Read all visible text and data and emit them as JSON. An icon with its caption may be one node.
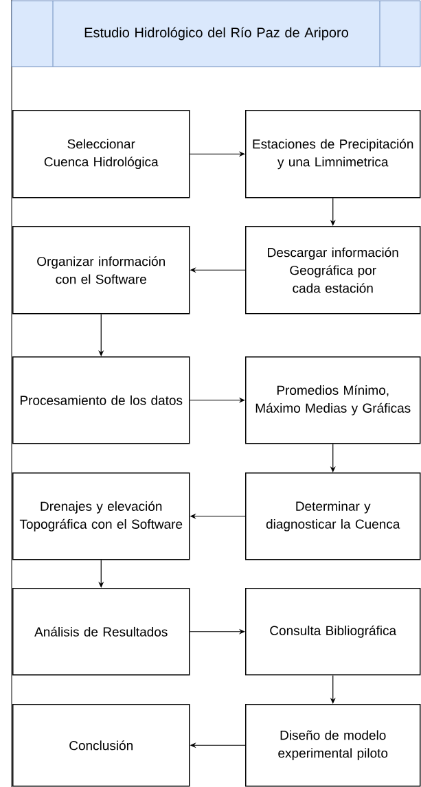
{
  "diagram": {
    "title": "Estudio Hidrológico del Río Paz de Ariporo",
    "nodes": [
      {
        "text": [
          "Seleccionar Cuenca Hidrológica"
        ]
      },
      {
        "text": [
          "Estaciones de Precipitación y una Limnimetrica"
        ]
      },
      {
        "text": [
          "Organizar información con el Software"
        ]
      },
      {
        "text": [
          "Descargar información Geográfica por cada estación"
        ]
      },
      {
        "text": [
          "Procesamiento de los datos"
        ]
      },
      {
        "text": [
          "Promedios Mínimo, Máximo Medias y Gráficas"
        ]
      },
      {
        "text": [
          "Drenajes y elevación Topográfica con el Software"
        ]
      },
      {
        "text": [
          "Determinar y diagnosticar la Cuenca"
        ]
      },
      {
        "text": [
          "Análisis de Resultados"
        ]
      },
      {
        "text": [
          "Consulta Bibliográfica"
        ]
      },
      {
        "text": [
          "Conclusión"
        ]
      },
      {
        "text": [
          "Diseño de modelo experimental piloto"
        ]
      }
    ],
    "edges": [
      {
        "from": 0,
        "to": 1,
        "arrow": "to"
      },
      {
        "from": 1,
        "to": 3,
        "arrow": "to"
      },
      {
        "from": 3,
        "to": 2,
        "arrow": "to"
      },
      {
        "from": 2,
        "to": 4,
        "arrow": "to"
      },
      {
        "from": 4,
        "to": 5,
        "arrow": "to"
      },
      {
        "from": 5,
        "to": 7,
        "arrow": "to"
      },
      {
        "from": 7,
        "to": 6,
        "arrow": "to"
      },
      {
        "from": 6,
        "to": 8,
        "arrow": "to"
      },
      {
        "from": 8,
        "to": 9,
        "arrow": "to"
      },
      {
        "from": 9,
        "to": 11,
        "arrow": "to"
      },
      {
        "from": 11,
        "to": 10,
        "arrow": "to"
      }
    ]
  }
}
